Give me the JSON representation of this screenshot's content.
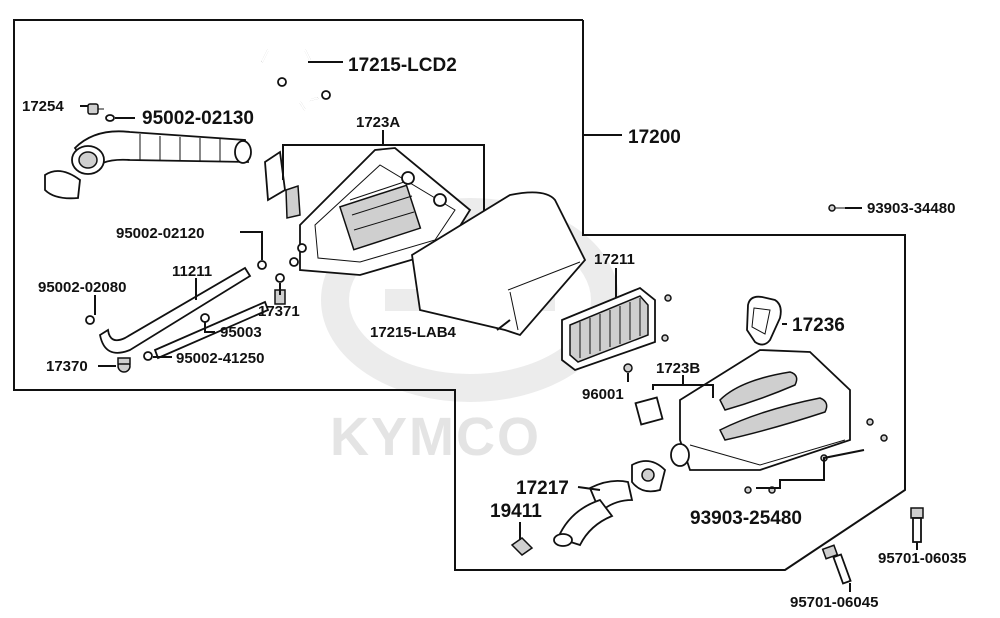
{
  "watermark": "KYMCO",
  "assembly": {
    "number": "17200"
  },
  "parts": [
    {
      "id": "p-17215-lcd2",
      "number": "17215-LCD2"
    },
    {
      "id": "p-17254",
      "number": "17254"
    },
    {
      "id": "p-95002-02130",
      "number": "95002-02130"
    },
    {
      "id": "p-1723a",
      "number": "1723A"
    },
    {
      "id": "p-93903-34480",
      "number": "93903-34480"
    },
    {
      "id": "p-95002-02120",
      "number": "95002-02120"
    },
    {
      "id": "p-11211",
      "number": "11211"
    },
    {
      "id": "p-95002-02080",
      "number": "95002-02080"
    },
    {
      "id": "p-17371",
      "number": "17371"
    },
    {
      "id": "p-95003",
      "number": "95003"
    },
    {
      "id": "p-17370",
      "number": "17370"
    },
    {
      "id": "p-95002-41250",
      "number": "95002-41250"
    },
    {
      "id": "p-17215-lab4",
      "number": "17215-LAB4"
    },
    {
      "id": "p-17211",
      "number": "17211"
    },
    {
      "id": "p-17236",
      "number": "17236"
    },
    {
      "id": "p-96001",
      "number": "96001"
    },
    {
      "id": "p-1723b",
      "number": "1723B"
    },
    {
      "id": "p-17217",
      "number": "17217"
    },
    {
      "id": "p-19411",
      "number": "19411"
    },
    {
      "id": "p-93903-25480",
      "number": "93903-25480"
    },
    {
      "id": "p-95701-06035",
      "number": "95701-06035"
    },
    {
      "id": "p-95701-06045",
      "number": "95701-06045"
    }
  ]
}
